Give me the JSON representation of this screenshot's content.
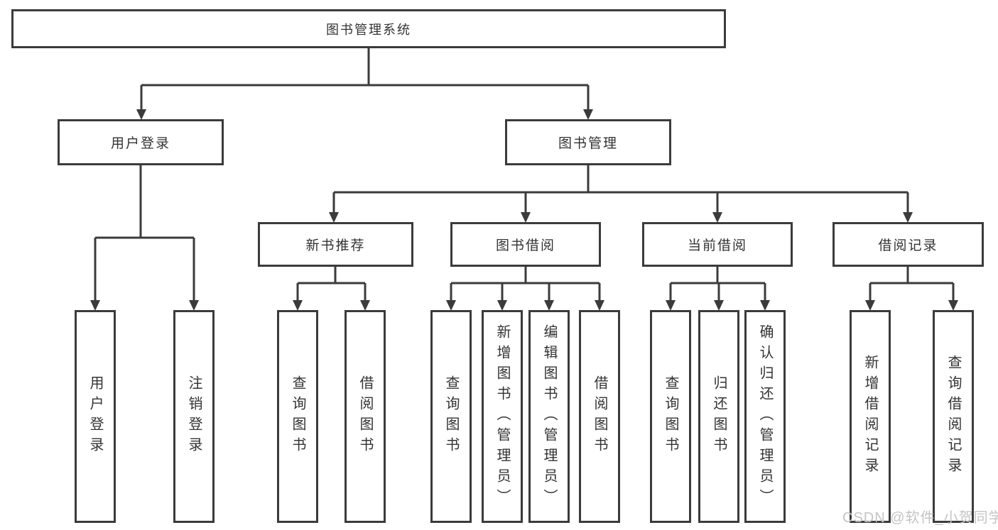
{
  "colors": {
    "background": "#ffffff",
    "line": "#3b3b3b",
    "box_border": "#3b3b3b",
    "box_fill": "#ffffff",
    "text": "#333333",
    "watermark": "#c4c4c4"
  },
  "tree": {
    "root": {
      "label": "图书管理系统"
    },
    "branches": [
      {
        "label": "用户登录",
        "children": [
          {
            "label": "用户登录"
          },
          {
            "label": "注销登录"
          }
        ]
      },
      {
        "label": "图书管理",
        "children": [
          {
            "label": "新书推荐",
            "children": [
              {
                "label": "查询图书"
              },
              {
                "label": "借阅图书"
              }
            ]
          },
          {
            "label": "图书借阅",
            "children": [
              {
                "label": "查询图书"
              },
              {
                "label": "新增图书（管理员）"
              },
              {
                "label": "编辑图书（管理员）"
              },
              {
                "label": "借阅图书"
              }
            ]
          },
          {
            "label": "当前借阅",
            "children": [
              {
                "label": "查询图书"
              },
              {
                "label": "归还图书"
              },
              {
                "label": "确认归还（管理员）"
              }
            ]
          },
          {
            "label": "借阅记录",
            "children": [
              {
                "label": "新增借阅记录"
              },
              {
                "label": "查询借阅记录"
              }
            ]
          }
        ]
      }
    ]
  },
  "watermark": {
    "text": "CSDN @软件_小贺同学"
  }
}
